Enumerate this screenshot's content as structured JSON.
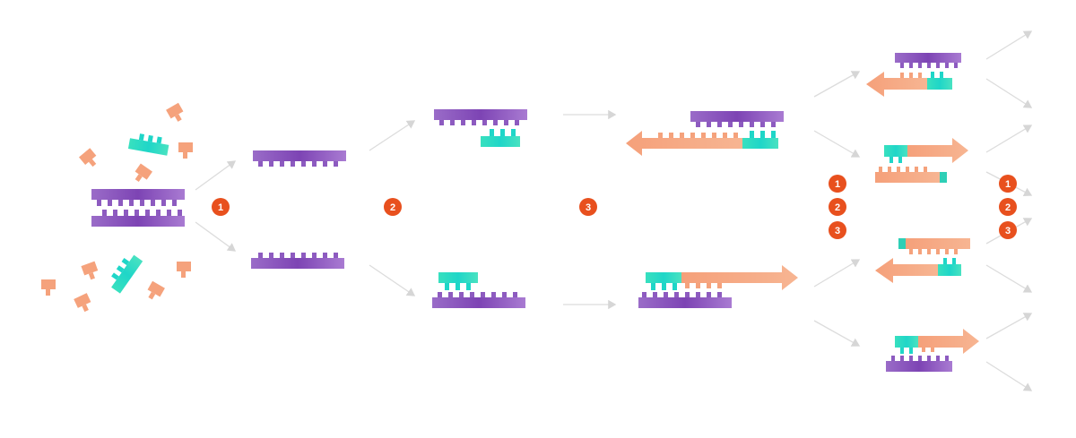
{
  "steps": {
    "s1": "1",
    "s2": "2",
    "s3": "3",
    "c1": [
      "1",
      "2",
      "3"
    ],
    "c2": [
      "1",
      "2",
      "3"
    ]
  },
  "colors": {
    "dna_strand": "#9b59b6",
    "primer": "#2ecfb6",
    "nucleotide": "#f5a27c",
    "step_badge": "#e8501e",
    "arrow": "#d9d9d9"
  },
  "icons": {
    "dna": "double-strand-dna",
    "primer": "primer-fragment",
    "nucleotide": "nucleotide-monomer"
  }
}
